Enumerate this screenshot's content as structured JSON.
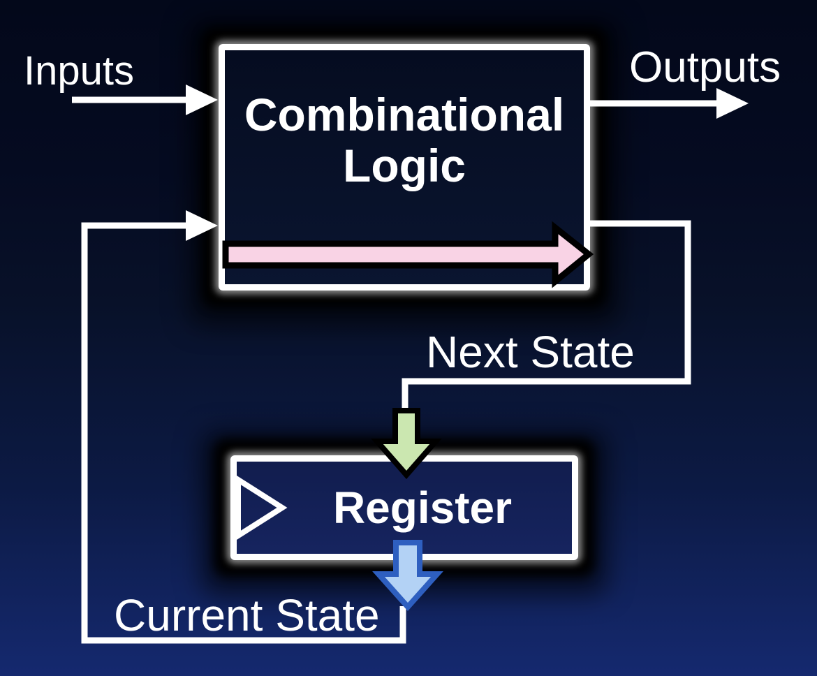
{
  "labels": {
    "inputs": "Inputs",
    "outputs": "Outputs",
    "next_state": "Next State",
    "current_state": "Current State"
  },
  "blocks": {
    "combinational_logic": {
      "label": "Combinational Logic"
    },
    "register": {
      "label": "Register"
    }
  },
  "colors": {
    "background_top": "#03081a",
    "background_bottom": "#15296f",
    "box_border": "#ffffff",
    "combinational_box_fill": "#0a1530",
    "register_box_fill": "#14215a",
    "wire": "#ffffff",
    "label_text": "#ffffff",
    "pink_arrow_fill": "#f9d3e5",
    "pink_arrow_outline": "#000000",
    "green_arrow_fill": "#cbe7b0",
    "green_arrow_outline": "#000000",
    "blue_arrow_fill": "#b3d2f5",
    "blue_arrow_outline": "#2e5fc0",
    "clock_triangle_stroke": "#ffffff"
  }
}
